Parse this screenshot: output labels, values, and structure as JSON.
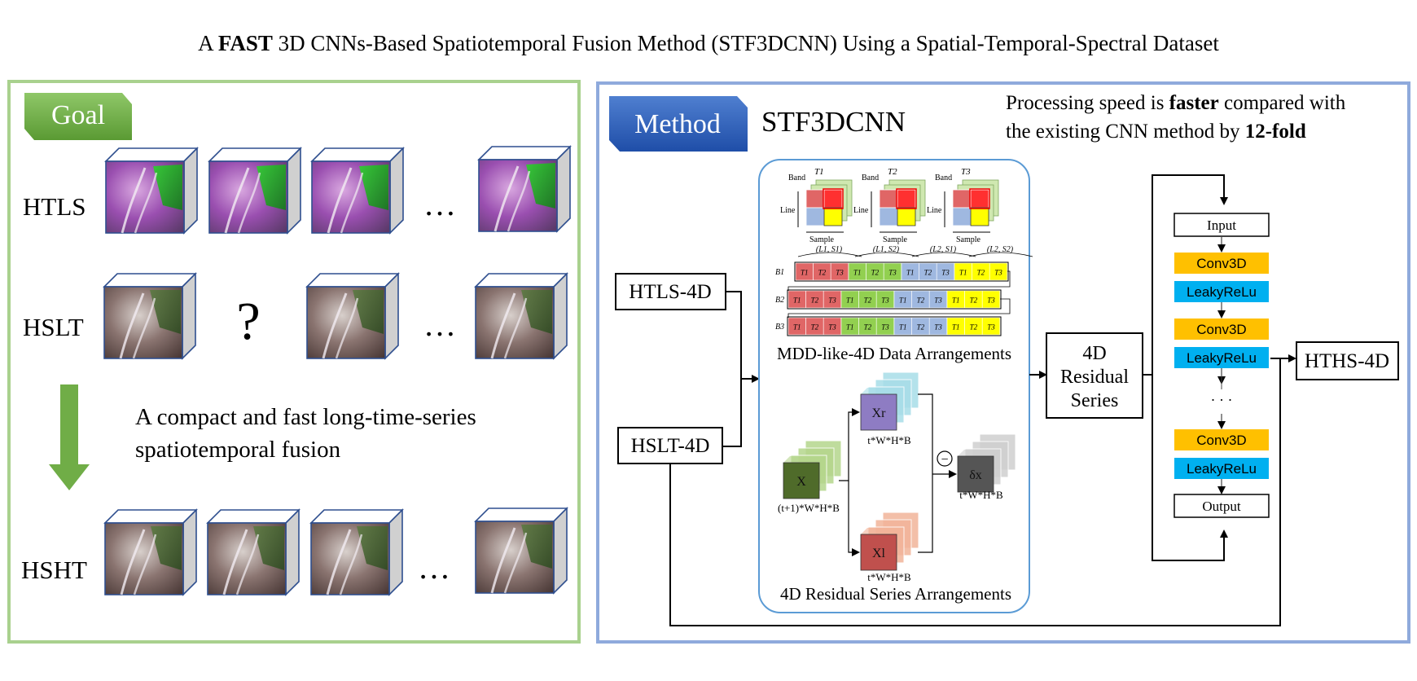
{
  "title": {
    "prefix": "A ",
    "bold": "FAST",
    "rest": " 3D CNNs-Based Spatiotemporal Fusion Method (STF3DCNN) Using a Spatial-Temporal-Spectral Dataset"
  },
  "goal": {
    "badge": "Goal",
    "rows": [
      {
        "label": "HTLS",
        "ellipsis": "…"
      },
      {
        "label": "HSLT",
        "ellipsis": "…",
        "missing": "?"
      },
      {
        "label": "HSHT",
        "ellipsis": "…"
      }
    ],
    "caption_line1": "A compact and fast long-time-series",
    "caption_line2": "spatiotemporal  fusion"
  },
  "method": {
    "badge": "Method",
    "name": "STF3DCNN",
    "speed_line1_pre": "Processing speed is ",
    "speed_line1_bold": "faster",
    "speed_line1_post": " compared with",
    "speed_line2_pre": "the existing CNN method by ",
    "speed_line2_bold": "12-fold",
    "inputs": [
      "HTLS-4D",
      "HSLT-4D"
    ],
    "residual_block": [
      "4D",
      "Residual",
      "Series"
    ],
    "output": "HTHS-4D",
    "network": {
      "input": "Input",
      "output": "Output",
      "layers": [
        "Conv3D",
        "LeakyReLu",
        "Conv3D",
        "LeakyReLu",
        "Conv3D",
        "LeakyReLu"
      ],
      "ellipsis": "· · ·"
    },
    "mdd": {
      "caption": "MDD-like-4D Data Arrangements",
      "times": [
        "T1",
        "T2",
        "T3"
      ],
      "axis_band": "Band",
      "axis_line": "Line",
      "axis_sample": "Sample",
      "positions": [
        "(L1, S1)",
        "(L1, S2)",
        "(L2, S1)",
        "(L2, S2)"
      ],
      "bands": [
        "B1",
        "B2",
        "B3"
      ],
      "cell_labels": [
        "T1",
        "T2",
        "T3"
      ]
    },
    "residual": {
      "caption": "4D Residual Series Arrangements",
      "x_label": "X",
      "x_dims": "(t+1)*W*H*B",
      "xr_label": "Xr",
      "xr_dims": "t*W*H*B",
      "xl_label": "Xl",
      "xl_dims": "t*W*H*B",
      "delta_label": "δx",
      "delta_dims": "t*W*H*B",
      "minus": "−"
    }
  },
  "colors": {
    "goal_border": "#92d050",
    "goal_badge": "#70ad47",
    "method_border": "#4472c4",
    "method_badge": "#2f5597",
    "conv": "#ffc000",
    "leaky": "#00b0f0",
    "arrow_green": "#70ad47",
    "red": "#e06666",
    "green": "#92d050",
    "blue": "#9fb8e0",
    "yellow": "#ffff00"
  }
}
